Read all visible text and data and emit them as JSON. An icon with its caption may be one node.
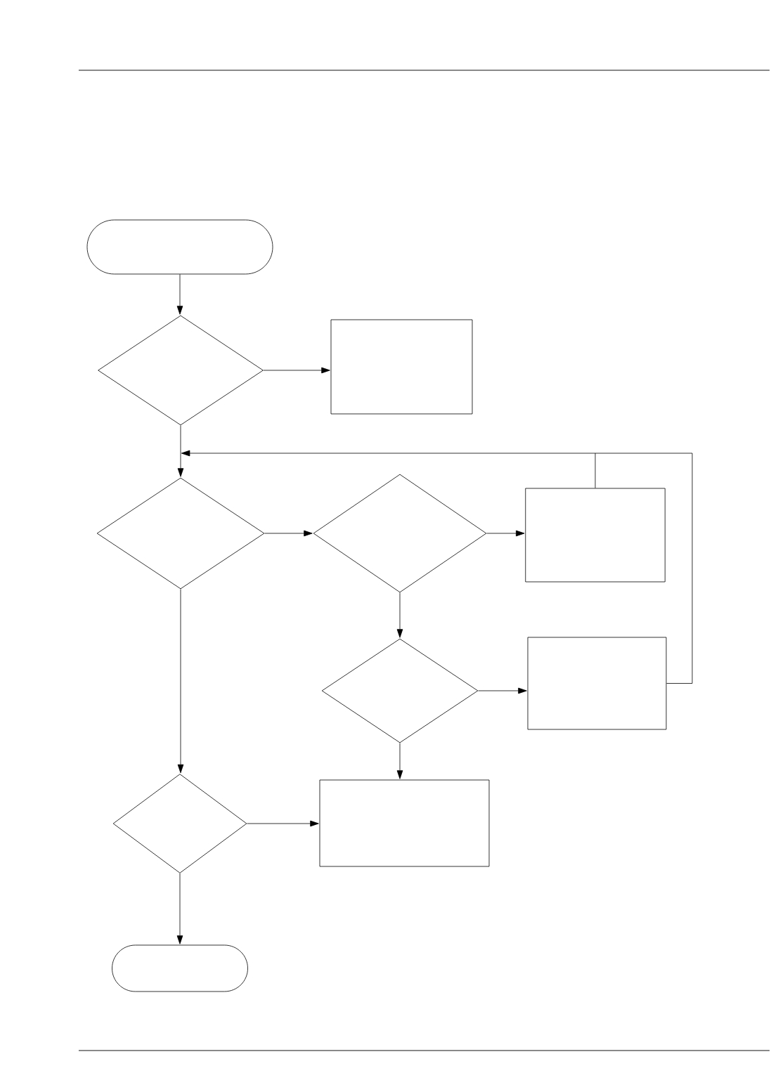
{
  "diagram": {
    "nodes": [
      {
        "text": [],
        "shape": "pill"
      },
      {
        "text": [],
        "shape": "diamond"
      },
      {
        "text": [],
        "shape": "box"
      },
      {
        "text": [],
        "shape": "diamond"
      },
      {
        "text": [],
        "shape": "diamond"
      },
      {
        "text": [],
        "shape": "box"
      },
      {
        "text": [],
        "shape": "diamond"
      },
      {
        "text": [],
        "shape": "box"
      },
      {
        "text": [],
        "shape": "diamond"
      },
      {
        "text": [],
        "shape": "box"
      },
      {
        "text": [],
        "shape": "pill"
      }
    ],
    "edges": [
      {
        "from": 0,
        "to": 1,
        "arrow": "to"
      },
      {
        "from": 1,
        "to": 2,
        "arrow": "to"
      },
      {
        "from": 1,
        "to": 3,
        "arrow": "to"
      },
      {
        "from": 3,
        "to": 4,
        "arrow": "to"
      },
      {
        "from": 4,
        "to": 5,
        "arrow": "to"
      },
      {
        "from": 4,
        "to": 6,
        "arrow": "to"
      },
      {
        "from": 6,
        "to": 7,
        "arrow": "to"
      },
      {
        "from": 6,
        "to": 9,
        "arrow": "to"
      },
      {
        "from": 3,
        "to": 8,
        "arrow": "to"
      },
      {
        "from": 8,
        "to": 9,
        "arrow": "to"
      },
      {
        "from": 8,
        "to": 10,
        "arrow": "to"
      },
      {
        "from": 5,
        "to": 3,
        "arrow": "to"
      },
      {
        "from": 7,
        "to": 3,
        "arrow": "to"
      }
    ]
  }
}
